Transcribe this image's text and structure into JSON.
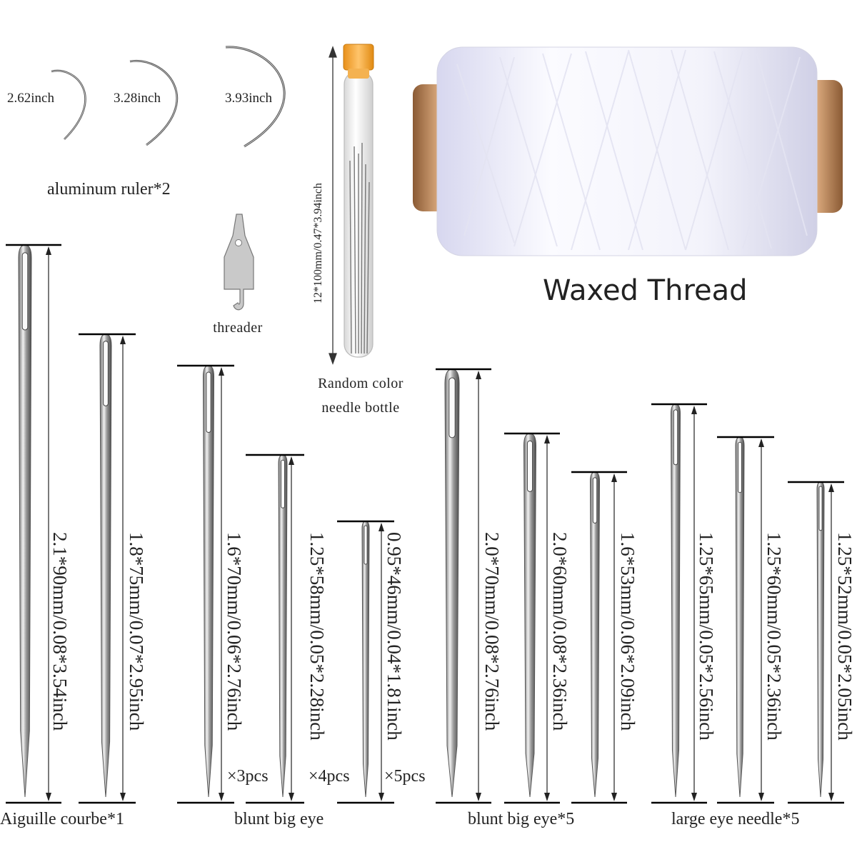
{
  "curved_needles": {
    "labels": [
      "2.62inch",
      "3.28inch",
      "3.93inch"
    ],
    "caption": "aluminum ruler*2"
  },
  "threader": {
    "label": "threader"
  },
  "bottle": {
    "dimension": "12*100mm/0.47*3.94inch",
    "caption_line1": "Random color",
    "caption_line2": "needle bottle",
    "cap_color": "#f5a524"
  },
  "thread": {
    "title": "Waxed Thread"
  },
  "needles": [
    {
      "dimension": "2.1*90mm/0.08*3.54inch"
    },
    {
      "dimension": "1.8*75mm/0.07*2.95inch"
    },
    {
      "dimension": "1.6*70mm/0.06*2.76inch",
      "qty": "×3pcs"
    },
    {
      "dimension": "1.25*58mm/0.05*2.28inch",
      "qty": "×4pcs"
    },
    {
      "dimension": "0.95*46mm/0.04*1.81inch",
      "qty": "×5pcs"
    },
    {
      "dimension": "2.0*70mm/0.08*2.76inch"
    },
    {
      "dimension": "2.0*60mm/0.08*2.36inch"
    },
    {
      "dimension": "1.6*53mm/0.06*2.09inch"
    },
    {
      "dimension": "1.25*65mm/0.05*2.56inch"
    },
    {
      "dimension": "1.25*60mm/0.05*2.36inch"
    },
    {
      "dimension": "1.25*52mm/0.05*2.05inch"
    }
  ],
  "groups": [
    {
      "caption": "Aiguille courbe*1"
    },
    {
      "caption": "blunt big eye"
    },
    {
      "caption": "blunt big eye*5"
    },
    {
      "caption": "large eye needle*5"
    }
  ]
}
